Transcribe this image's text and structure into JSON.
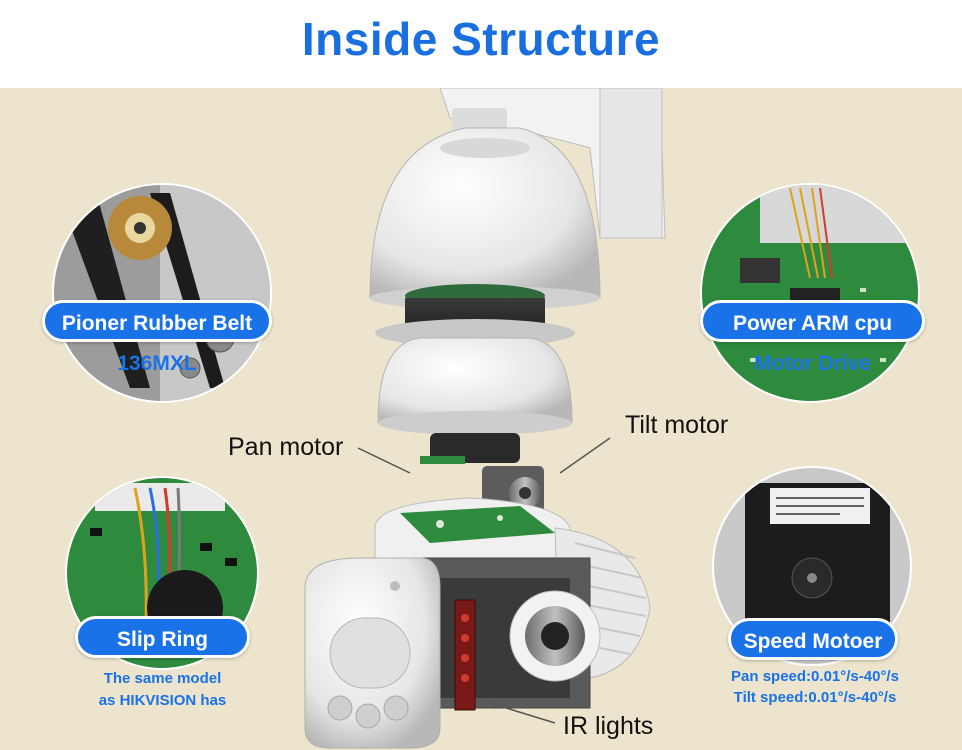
{
  "title": "Inside Structure",
  "features": {
    "belt": {
      "label": "Pioner Rubber Belt",
      "detail": "136MXL"
    },
    "cpu": {
      "label": "Power ARM cpu",
      "detail": "Motor Drive"
    },
    "slip": {
      "label": "Slip Ring",
      "detail_line1": "The same model",
      "detail_line2": "as HIKVISION has"
    },
    "speed": {
      "label": "Speed Motoer",
      "detail_line1": "Pan speed:0.01°/s-40°/s",
      "detail_line2": "Tilt speed:0.01°/s-40°/s"
    }
  },
  "callouts": {
    "pan_motor": "Pan motor",
    "tilt_motor": "Tilt motor",
    "ir_lights": "IR lights"
  },
  "colors": {
    "title": "#1a6fe0",
    "pill": "#1a72e8",
    "background": "#ece4cc",
    "pcb_green": "#2e8b3e"
  }
}
